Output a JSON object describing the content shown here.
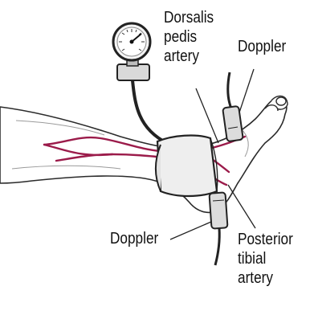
{
  "labels": {
    "dorsalis_pedis": [
      "Dorsalis",
      "pedis",
      "artery"
    ],
    "doppler_top": "Doppler",
    "doppler_bottom": "Doppler",
    "posterior_tibial": [
      "Posterior",
      "tibial",
      "artery"
    ]
  },
  "colors": {
    "artery": "#9b1b4a",
    "outline": "#2a2a2a",
    "skin": "#ffffff",
    "cuff": "#eeeeee",
    "probe": "#dcdcdc"
  },
  "icons": {
    "gauge": "sphygmomanometer-gauge-icon"
  }
}
